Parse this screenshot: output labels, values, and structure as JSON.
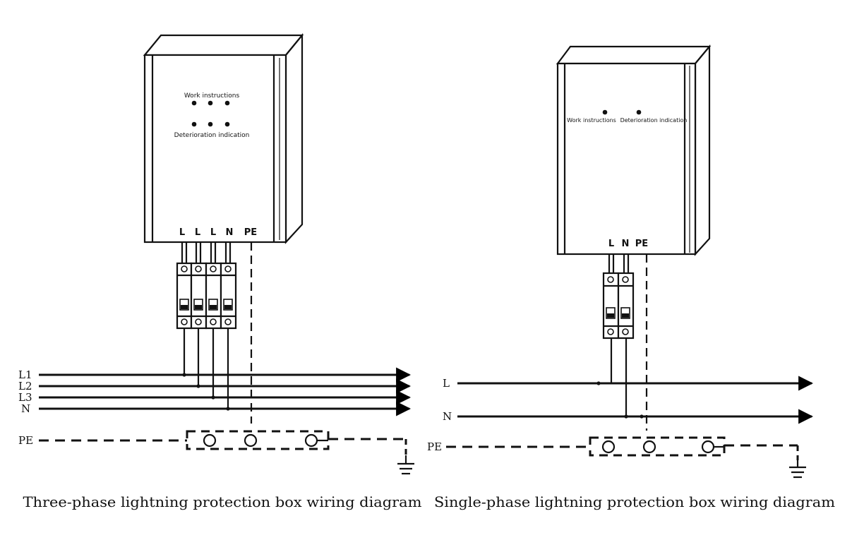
{
  "three_phase": {
    "box": {
      "label_work": "Work instructions",
      "label_deterioration": "Deterioration indication",
      "terminals": [
        "L",
        "L",
        "L",
        "N",
        "PE"
      ]
    },
    "lines": [
      "L1",
      "L2",
      "L3",
      "N"
    ],
    "pe": "PE",
    "caption": "Three-phase lightning protection box wiring diagram"
  },
  "single_phase": {
    "box": {
      "label_work": "Work instructions",
      "label_deterioration": "Deterioration indication",
      "terminals": [
        "L",
        "N",
        "PE"
      ]
    },
    "lines": [
      "L",
      "N"
    ],
    "pe": "PE",
    "caption": "Single-phase lightning protection box wiring diagram"
  }
}
